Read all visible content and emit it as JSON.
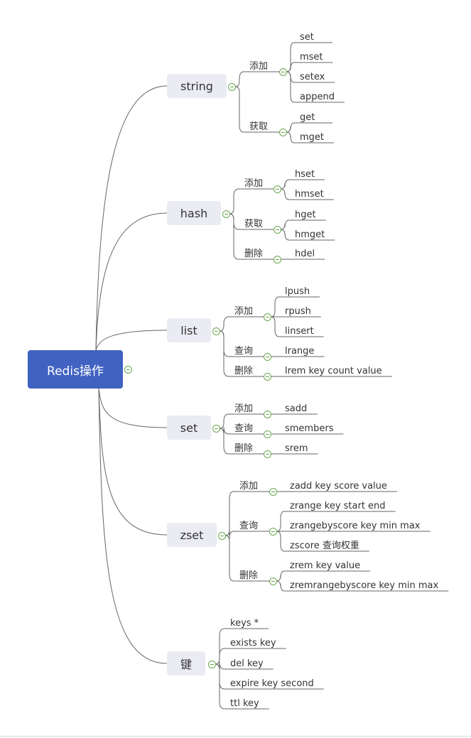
{
  "mindmap": {
    "root": {
      "label": "Redis操作"
    },
    "branches": [
      {
        "label": "string",
        "groups": [
          {
            "label": "添加",
            "items": [
              "set",
              "mset",
              "setex",
              "append"
            ]
          },
          {
            "label": "获取",
            "items": [
              "get",
              "mget"
            ]
          }
        ]
      },
      {
        "label": "hash",
        "groups": [
          {
            "label": "添加",
            "items": [
              "hset",
              "hmset"
            ]
          },
          {
            "label": "获取",
            "items": [
              "hget",
              "hmget"
            ]
          },
          {
            "label": "删除",
            "items": [
              "hdel"
            ]
          }
        ]
      },
      {
        "label": "list",
        "groups": [
          {
            "label": "添加",
            "items": [
              "lpush",
              "rpush",
              "linsert"
            ]
          },
          {
            "label": "查询",
            "items": [
              "lrange"
            ]
          },
          {
            "label": "删除",
            "items": [
              "lrem key count value"
            ]
          }
        ]
      },
      {
        "label": "set",
        "groups": [
          {
            "label": "添加",
            "items": [
              "sadd"
            ]
          },
          {
            "label": "查询",
            "items": [
              "smembers"
            ]
          },
          {
            "label": "删除",
            "items": [
              "srem"
            ]
          }
        ]
      },
      {
        "label": "zset",
        "groups": [
          {
            "label": "添加",
            "items": [
              "zadd key score value"
            ]
          },
          {
            "label": "查询",
            "items": [
              "zrange key start end",
              "zrangebyscore key min max",
              "zscore 查询权重"
            ]
          },
          {
            "label": "删除",
            "items": [
              "zrem key value",
              "zremrangebyscore key min max"
            ]
          }
        ]
      },
      {
        "label": "键",
        "items": [
          "keys *",
          "exists key",
          "del key",
          "expire key second",
          "ttl key"
        ]
      }
    ]
  },
  "colors": {
    "root_fill": "#4062c1",
    "topic_fill": "#ebecf3",
    "toggle": "#6aa84f",
    "line": "#666666"
  }
}
